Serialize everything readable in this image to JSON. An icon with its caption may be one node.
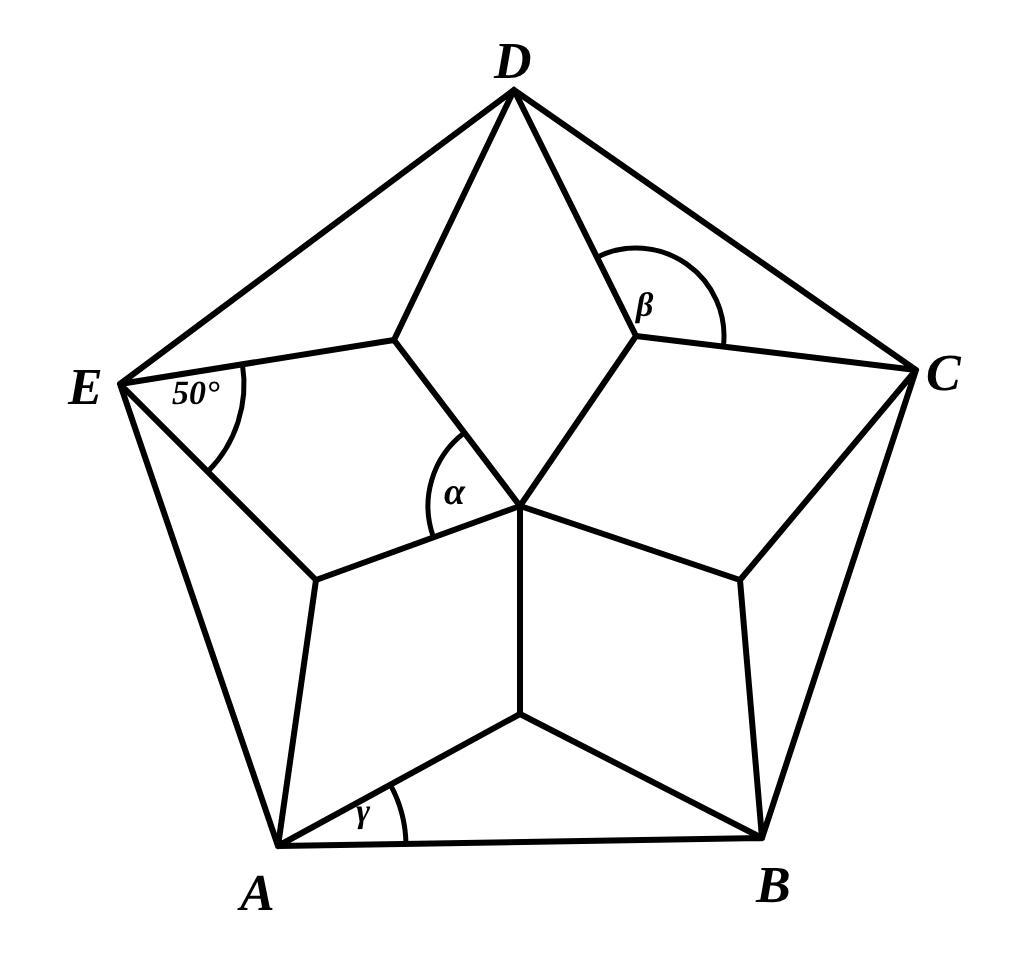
{
  "diagram": {
    "labels": [
      "D",
      "E",
      "C",
      "50°",
      "α",
      "β",
      "γ",
      "A",
      "B"
    ]
  }
}
